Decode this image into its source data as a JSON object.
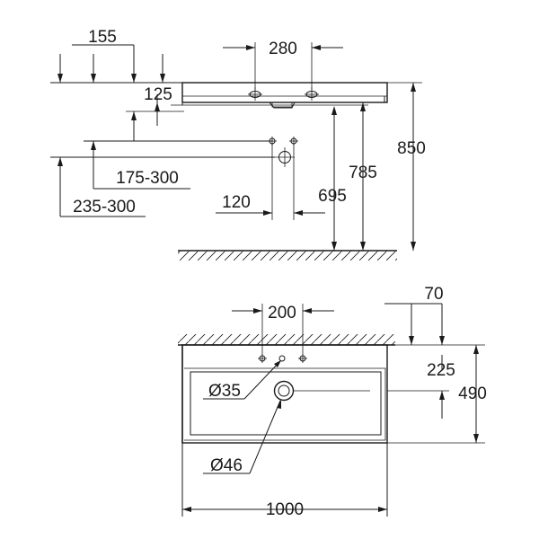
{
  "side_view": {
    "dim_155": "155",
    "dim_280": "280",
    "dim_125": "125",
    "dim_175_300": "175-300",
    "dim_235_300": "235-300",
    "dim_120": "120",
    "dim_695": "695",
    "dim_785": "785",
    "dim_850": "850"
  },
  "top_view": {
    "dim_70": "70",
    "dim_200": "200",
    "dim_225": "225",
    "dim_490": "490",
    "dim_d35": "Ø35",
    "dim_d46": "Ø46",
    "dim_1000": "1000"
  }
}
